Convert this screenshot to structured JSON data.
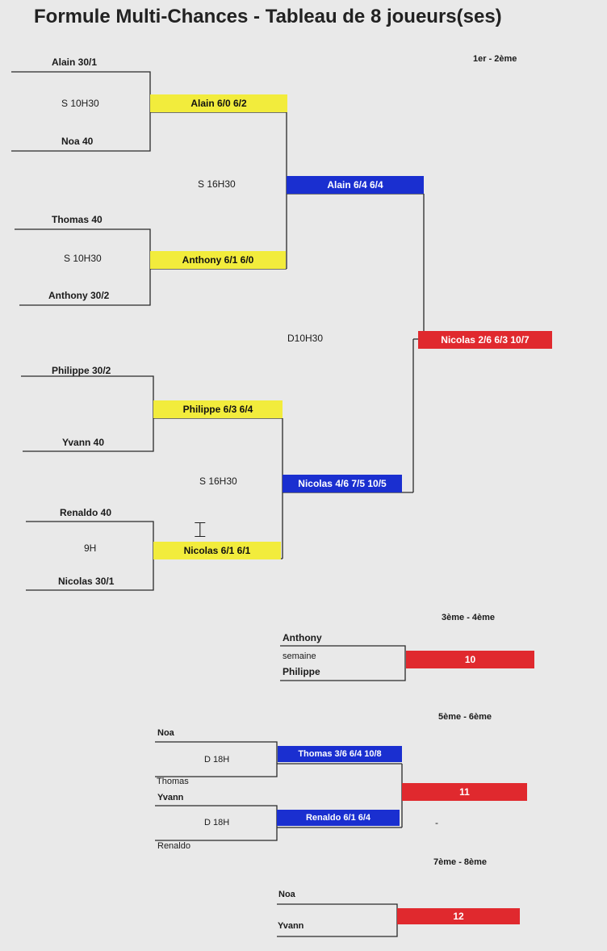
{
  "title": "Formule Multi-Chances - Tableau de 8 joueurs(ses)",
  "main_bracket": {
    "section_label": "1er - 2ème",
    "players": [
      "Alain 30/1",
      "Noa 40",
      "Thomas 40",
      "Anthony 30/2",
      "Philippe 30/2",
      "Yvann 40",
      "Renaldo 40",
      "Nicolas 30/1"
    ],
    "r1_times": [
      "S 10H30",
      "S 10H30",
      "9H"
    ],
    "r1_results": [
      "Alain 6/0 6/2",
      "Anthony 6/1 6/0",
      "Philippe 6/3 6/4",
      "Nicolas 6/1 6/1"
    ],
    "r2_times": [
      "S 16H30",
      "S 16H30"
    ],
    "r2_results": [
      "Alain 6/4 6/4",
      "Nicolas 4/6 7/5 10/5"
    ],
    "final_time": "D10H30",
    "final_result": "Nicolas 2/6 6/3 10/7"
  },
  "third_place": {
    "section_label": "3ème - 4ème",
    "player_top": "Anthony",
    "time": "semaine",
    "player_bottom": "Philippe",
    "result": "10"
  },
  "fifth_place": {
    "section_label": "5ème - 6ème",
    "match1": {
      "top": "Noa",
      "time": "D 18H",
      "bottom": "Thomas",
      "result": "Thomas 3/6 6/4 10/8"
    },
    "match2": {
      "top": "Yvann",
      "time": "D 18H",
      "bottom": "Renaldo",
      "result": "Renaldo 6/1 6/4"
    },
    "result": "11",
    "mark": "-"
  },
  "seventh_place": {
    "section_label": "7ème - 8ème",
    "player_top": "Noa",
    "player_bottom": "Yvann",
    "result": "12"
  },
  "colors": {
    "yellow": "#f2ec3c",
    "blue": "#1a2fd0",
    "red": "#e0292e"
  },
  "icons": [
    "text-cursor-icon"
  ]
}
